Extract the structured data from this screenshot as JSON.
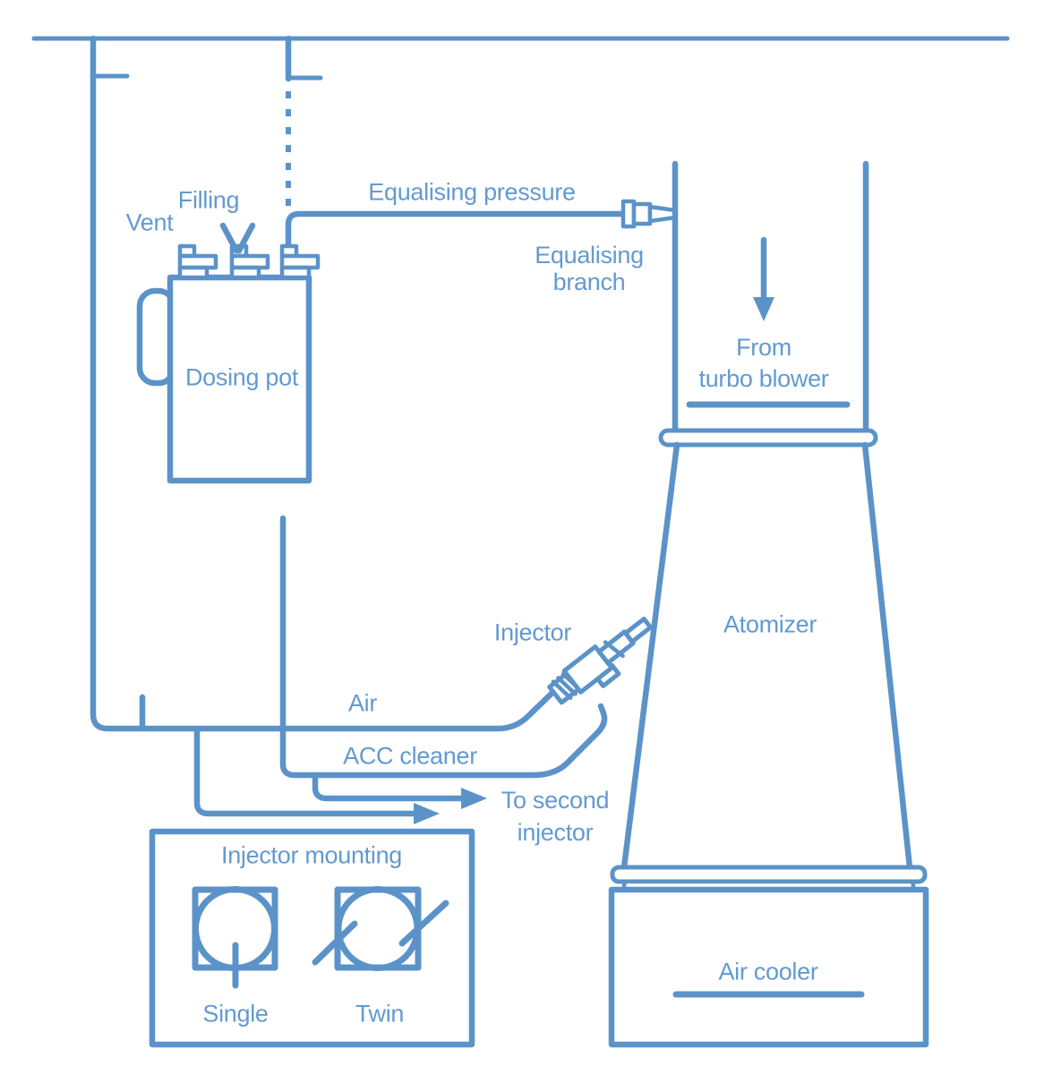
{
  "diagram": {
    "background": "#ffffff",
    "line_color": "#5b93c9",
    "text_color": "#639ad1",
    "labels": {
      "vent": "Vent",
      "filling": "Filling",
      "equalising_pressure": "Equalising pressure",
      "equalising_branch": [
        "Equalising",
        "branch"
      ],
      "from_turbo_blower": [
        "From",
        "turbo blower"
      ],
      "dosing_pot": "Dosing pot",
      "atomizer": "Atomizer",
      "injector": "Injector",
      "air": "Air",
      "acc_cleaner": "ACC cleaner",
      "to_second_injector": [
        "To second",
        "injector"
      ],
      "injector_mounting": "Injector mounting",
      "single": "Single",
      "twin": "Twin",
      "air_cooler": "Air cooler"
    }
  }
}
